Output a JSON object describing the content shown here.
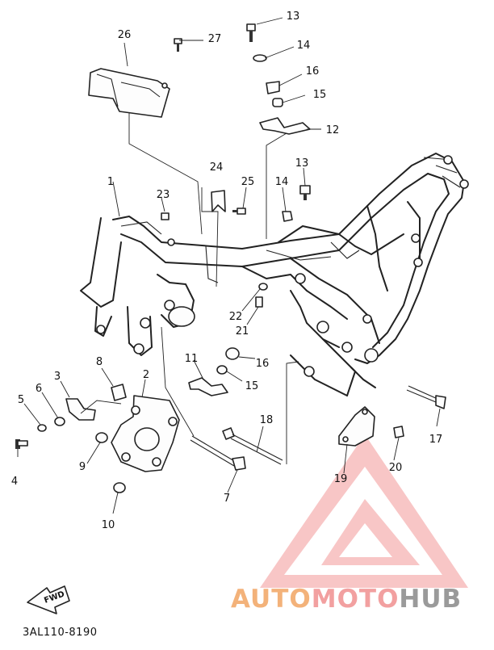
{
  "diagram": {
    "callouts": [
      "26",
      "27",
      "13",
      "14",
      "16",
      "15",
      "12",
      "1",
      "23",
      "24",
      "25",
      "13",
      "14",
      "22",
      "21",
      "16",
      "15",
      "11",
      "8",
      "2",
      "3",
      "6",
      "5",
      "4",
      "9",
      "10",
      "18",
      "7",
      "19",
      "20",
      "17"
    ],
    "fwd_label": "FWD",
    "code": "3AL110-8190"
  },
  "watermark": {
    "part1": "AUTO",
    "part2": "MOTO",
    "part3": "HUB",
    "colors": {
      "auto": "#f3b27a",
      "moto": "#f2a0a0",
      "hub": "#9a9a9a",
      "triangle": "#f4a6a6"
    }
  }
}
